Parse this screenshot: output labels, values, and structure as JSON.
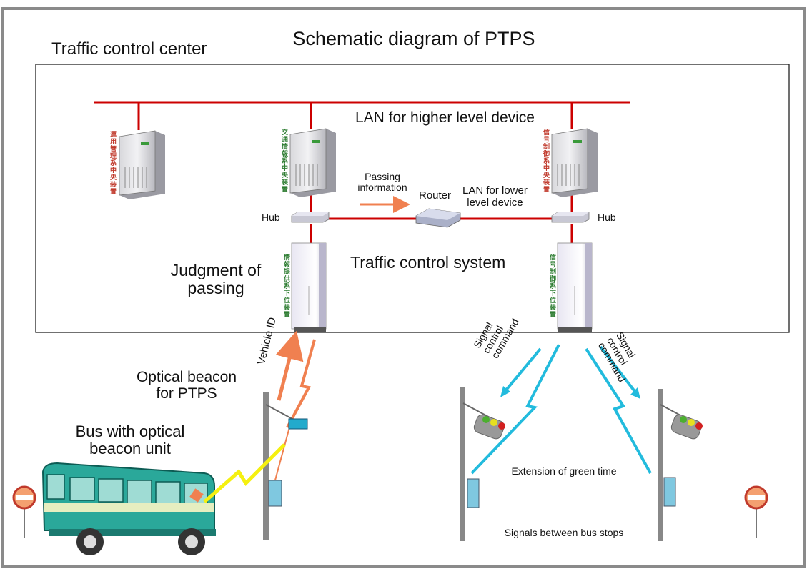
{
  "diagram": {
    "title": "Schematic diagram of PTPS",
    "center_label": "Traffic control center",
    "lan_higher": "LAN for higher level device",
    "passing_info": [
      "Passing",
      "information"
    ],
    "router": "Router",
    "lan_lower": [
      "LAN for lower",
      "level device"
    ],
    "hub_left": "Hub",
    "hub_right": "Hub",
    "system": "Traffic control system",
    "judgment": [
      "Judgment of",
      "passing"
    ],
    "vehicle_id": "Vehicle ID",
    "signal_cmd_left": [
      "Signal",
      "control",
      "command"
    ],
    "signal_cmd_right": [
      "Signal",
      "control",
      "command"
    ],
    "beacon_label": [
      "Optical beacon",
      "for PTPS"
    ],
    "bus_label": [
      "Bus with optical",
      "beacon unit"
    ],
    "green_ext": "Extension of green time",
    "signals_between": "Signals between bus stops",
    "server_text_1": "運用管理系中央装置",
    "server_text_2": "交通情報系中央装置",
    "server_text_3": "信号制御系中央装置",
    "rack_text_1": "情報提供系下位装置",
    "rack_text_2": "信号制御系下位装置"
  },
  "colors": {
    "lan_red": "#cc0000",
    "arrow_orange": "#f08050",
    "beam_cyan": "#22bbdd",
    "bus_teal": "#2aa89a",
    "bus_window": "#9fdcd4",
    "lightning_yellow": "#f5f010"
  },
  "icons": [
    "server-icon",
    "rack-icon",
    "hub-icon",
    "router-icon",
    "traffic-light-icon",
    "optical-beacon-icon",
    "bus-icon",
    "bus-stop-sign-icon",
    "lightning-icon"
  ]
}
